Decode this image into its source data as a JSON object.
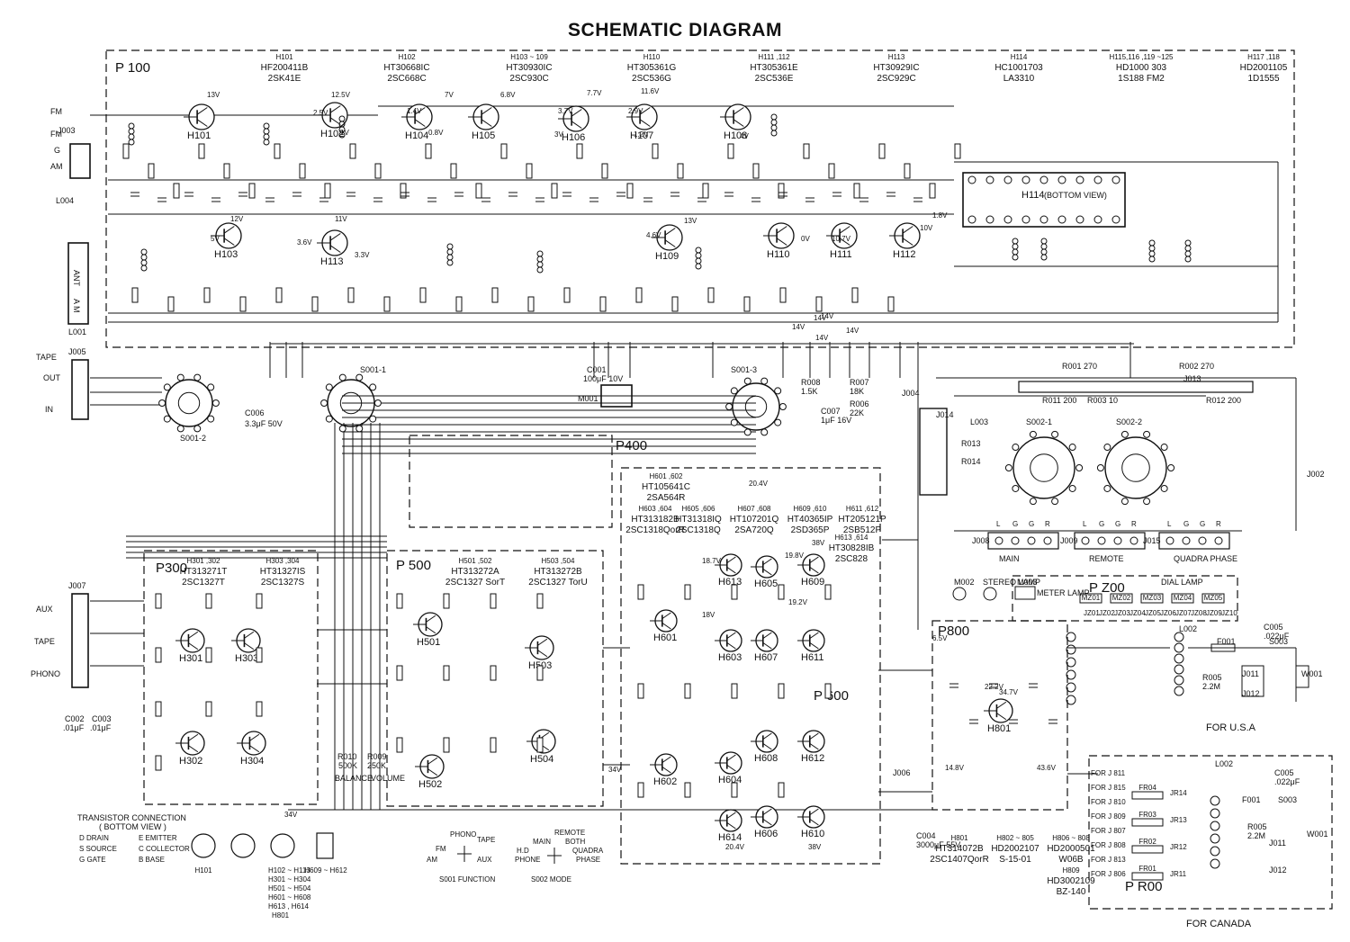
{
  "title": "SCHEMATIC DIAGRAM",
  "boards": {
    "p100": "P 100",
    "p300": "P300",
    "p400": "P400",
    "p500": "P 500",
    "p600": "P 600",
    "p800": "P800",
    "p200": "P Z00",
    "pr00": "P R00"
  },
  "p100_header": [
    {
      "ref": "H101",
      "part": "HF200411B",
      "sub": "2SK41E"
    },
    {
      "ref": "H102",
      "part": "HT30668IC",
      "sub": "2SC668C"
    },
    {
      "ref": "H103 ~ 109",
      "part": "HT30930IC",
      "sub": "2SC930C"
    },
    {
      "ref": "H110",
      "part": "HT305361G",
      "sub": "2SC536G"
    },
    {
      "ref": "H111 ,112",
      "part": "HT305361E",
      "sub": "2SC536E"
    },
    {
      "ref": "H113",
      "part": "HT30929IC",
      "sub": "2SC929C"
    },
    {
      "ref": "H114",
      "part": "HC1001703",
      "sub": "LA3310"
    },
    {
      "ref": "H115,116 ,119 ~125",
      "part": "HD1000 303",
      "sub": "1S188 FM2"
    },
    {
      "ref": "H117 ,118",
      "part": "HD2001105",
      "sub": "1D1555"
    }
  ],
  "p300_header": [
    {
      "ref": "H301 ,302",
      "part": "HT313271T",
      "sub": "2SC1327T"
    },
    {
      "ref": "H303 ,304",
      "part": "HT31327IS",
      "sub": "2SC1327S"
    }
  ],
  "p500_header": [
    {
      "ref": "H501 ,502",
      "part": "HT313272A",
      "sub": "2SC1327 SorT"
    },
    {
      "ref": "H503 ,504",
      "part": "HT313272B",
      "sub": "2SC1327 TorU"
    }
  ],
  "p600_header": [
    {
      "ref": "H601 ,602",
      "part": "HT105641C",
      "sub": "2SA564R"
    },
    {
      "ref": "H603 ,604",
      "part": "HT313182B",
      "sub": "2SC1318QorR"
    },
    {
      "ref": "H605 ,606",
      "part": "HT31318IQ",
      "sub": "2SC1318Q"
    },
    {
      "ref": "H607 ,608",
      "part": "HT107201Q",
      "sub": "2SA720Q"
    },
    {
      "ref": "H609 ,610",
      "part": "HT40365IP",
      "sub": "2SD365P"
    },
    {
      "ref": "H611 ,612",
      "part": "HT205121P",
      "sub": "2SB512P"
    },
    {
      "ref": "H613 ,614",
      "part": "HT30828IB",
      "sub": "2SC828"
    }
  ],
  "p800_footer": [
    {
      "ref": "H801",
      "part": "HT314072B",
      "sub": "2SC1407QorR"
    },
    {
      "ref": "H802 ~ 805",
      "part": "HD2002107",
      "sub": "S-15-01"
    },
    {
      "ref": "H806 ~ 808",
      "part": "HD2000501",
      "sub": "W06B"
    },
    {
      "ref": "H809",
      "part": "HD3002109",
      "sub": "BZ-140"
    }
  ],
  "transistors_p100": [
    "H101",
    "H102",
    "H104",
    "H105",
    "H106",
    "H107",
    "H108",
    "H103",
    "H113",
    "H109",
    "H110",
    "H111",
    "H112"
  ],
  "transistors_p300": [
    "H301",
    "H303",
    "H302",
    "H304"
  ],
  "transistors_p500": [
    "H501",
    "H503",
    "H502",
    "H504"
  ],
  "transistors_p600": [
    "H613",
    "H605",
    "H609",
    "H601",
    "H603",
    "H607",
    "H611",
    "H608",
    "H612",
    "H602",
    "H604",
    "H610",
    "H614",
    "H606"
  ],
  "transistor_p800": "H801",
  "ic_label": "H114",
  "ic_sub": "(BOTTOM VIEW)",
  "voltages_p100": [
    "13V",
    "12.5V",
    "7V",
    "6.8V",
    "7.7V",
    "11.6V",
    "2.5V",
    "1V",
    "1.4V",
    "0.8V",
    "3.7V",
    "3V",
    "2.9V",
    "1.2V",
    "4V",
    "12V",
    "5V",
    "11V",
    "3.6V",
    "3.3V",
    "4.6V",
    "13V",
    "1.8V",
    "10V",
    "0V",
    "10.7V",
    "14V"
  ],
  "supply_labels": [
    "14V",
    "14V",
    "14V",
    "14V"
  ],
  "connector_labels": {
    "j003": "J003",
    "fm1": "FM",
    "fm2": "FM",
    "g": "G",
    "am": "AM",
    "ant": "ANT",
    "am_loop": "A M",
    "l001": "L001",
    "l004": "L004",
    "j005": "J005",
    "tape": "TAPE",
    "out": "OUT",
    "in": "IN",
    "l": "L",
    "r": "R",
    "j007": "J007",
    "aux": "AUX",
    "tape2": "TAPE",
    "phono": "PHONO",
    "j002": "J002",
    "j004": "J004",
    "j006": "J006",
    "j008": "J008",
    "j009": "J009",
    "j015": "J015",
    "main": "MAIN",
    "remote": "REMOTE",
    "quadra": "QUADRA PHASE",
    "lggr": [
      "L",
      "G",
      "G",
      "R"
    ],
    "m001": "M001",
    "m002": "M002",
    "m003": "M003",
    "stereo_lamp": "STEREO LAMP",
    "meter_lamp": "METER LAMP",
    "dial_lamp": "DIAL LAMP",
    "mz": [
      "MZ01",
      "MZ02",
      "MZ03",
      "MZ04",
      "MZ05"
    ],
    "jz": [
      "JZ01",
      "JZ02",
      "JZ03",
      "JZ04",
      "JZ05",
      "JZ06",
      "JZ07",
      "JZ08",
      "JZ09",
      "JZ10"
    ],
    "l002": "L002",
    "f001": "F001",
    "s003": "S003",
    "w001": "W001",
    "c005": "C005",
    "c005v": ".022μF",
    "r005": "R005",
    "r005v": "2.2M",
    "j011": "J011",
    "j012": "J012",
    "for_usa": "FOR U.S.A",
    "for_canada": "FOR CANADA",
    "fr": [
      "FR04",
      "FR03",
      "FR02",
      "FR01"
    ],
    "forj": [
      "FOR J 811",
      "FOR J 815",
      "FOR J 810",
      "FOR J 809",
      "FOR J 807",
      "FOR J 808",
      "FOR J 813",
      "FOR J 806"
    ],
    "jr": [
      "JR14",
      "JR13",
      "JR12",
      "JR11"
    ]
  },
  "switch_labels": {
    "s001_1": "S001-1",
    "s001_2": "S001-2",
    "s001_3": "S001-3",
    "s002_1": "S002-1",
    "s002_2": "S002-2",
    "r010": "R010",
    "r010v": "500K",
    "r009": "R009",
    "r009v": "250K",
    "balance": "BALANCE",
    "volume": "VOLUME",
    "r001": "R001 270",
    "r002": "R002 270",
    "r011": "R011 200",
    "r003": "R003 10",
    "r012": "R012 200",
    "j013": "J013",
    "j014": "J014",
    "l003": "L003",
    "r013": "R013",
    "r014": "R014",
    "c006": "C006",
    "c006v": "3.3μF 50V",
    "c001": "C001",
    "c001v": "100μF 10V",
    "c002": "C002",
    "c002v": ".01μF",
    "c003": "C003",
    "c003v": ".01μF",
    "c004": "C004",
    "c004v": "3000μF 55V",
    "c007": "C007",
    "c007v": "1μF 16V",
    "r006": "R006",
    "r006v": "22K",
    "r007": "R007",
    "r007v": "18K",
    "r008": "R008",
    "r008v": "1.5K"
  },
  "legend": {
    "title": "TRANSISTOR  CONNECTION",
    "subtitle": "( BOTTOM  VIEW )",
    "rows": [
      "D  DRAIN",
      "S  SOURCE",
      "G  GATE",
      "E  EMITTER",
      "C  COLLECTOR",
      "B  BASE"
    ],
    "icons": [
      "H101",
      "H102 ~ H113",
      "H301 ~ H304",
      "H501 ~ H504",
      "H601 ~ H608",
      "H613 , H614",
      "H801",
      "H609 ~ H612"
    ]
  },
  "function_switch": {
    "items": [
      "PHONO",
      "TAPE",
      "FM",
      "AM",
      "AUX"
    ],
    "name": "S001  FUNCTION"
  },
  "mode_switch": {
    "items": [
      "REMOTE",
      "MAIN",
      "BOTH",
      "H.D",
      "PHONE",
      "QUADRA",
      "PHASE"
    ],
    "name": "S002  MODE"
  },
  "misc_labels": [
    "34V",
    "34V",
    "20.4V",
    "38V",
    "19.8V",
    "18.7V",
    "18V",
    "19.2V",
    "20.4V",
    "38V",
    "14.8V",
    "43.6V",
    "34.7V",
    "22.2V",
    "6.5V"
  ]
}
